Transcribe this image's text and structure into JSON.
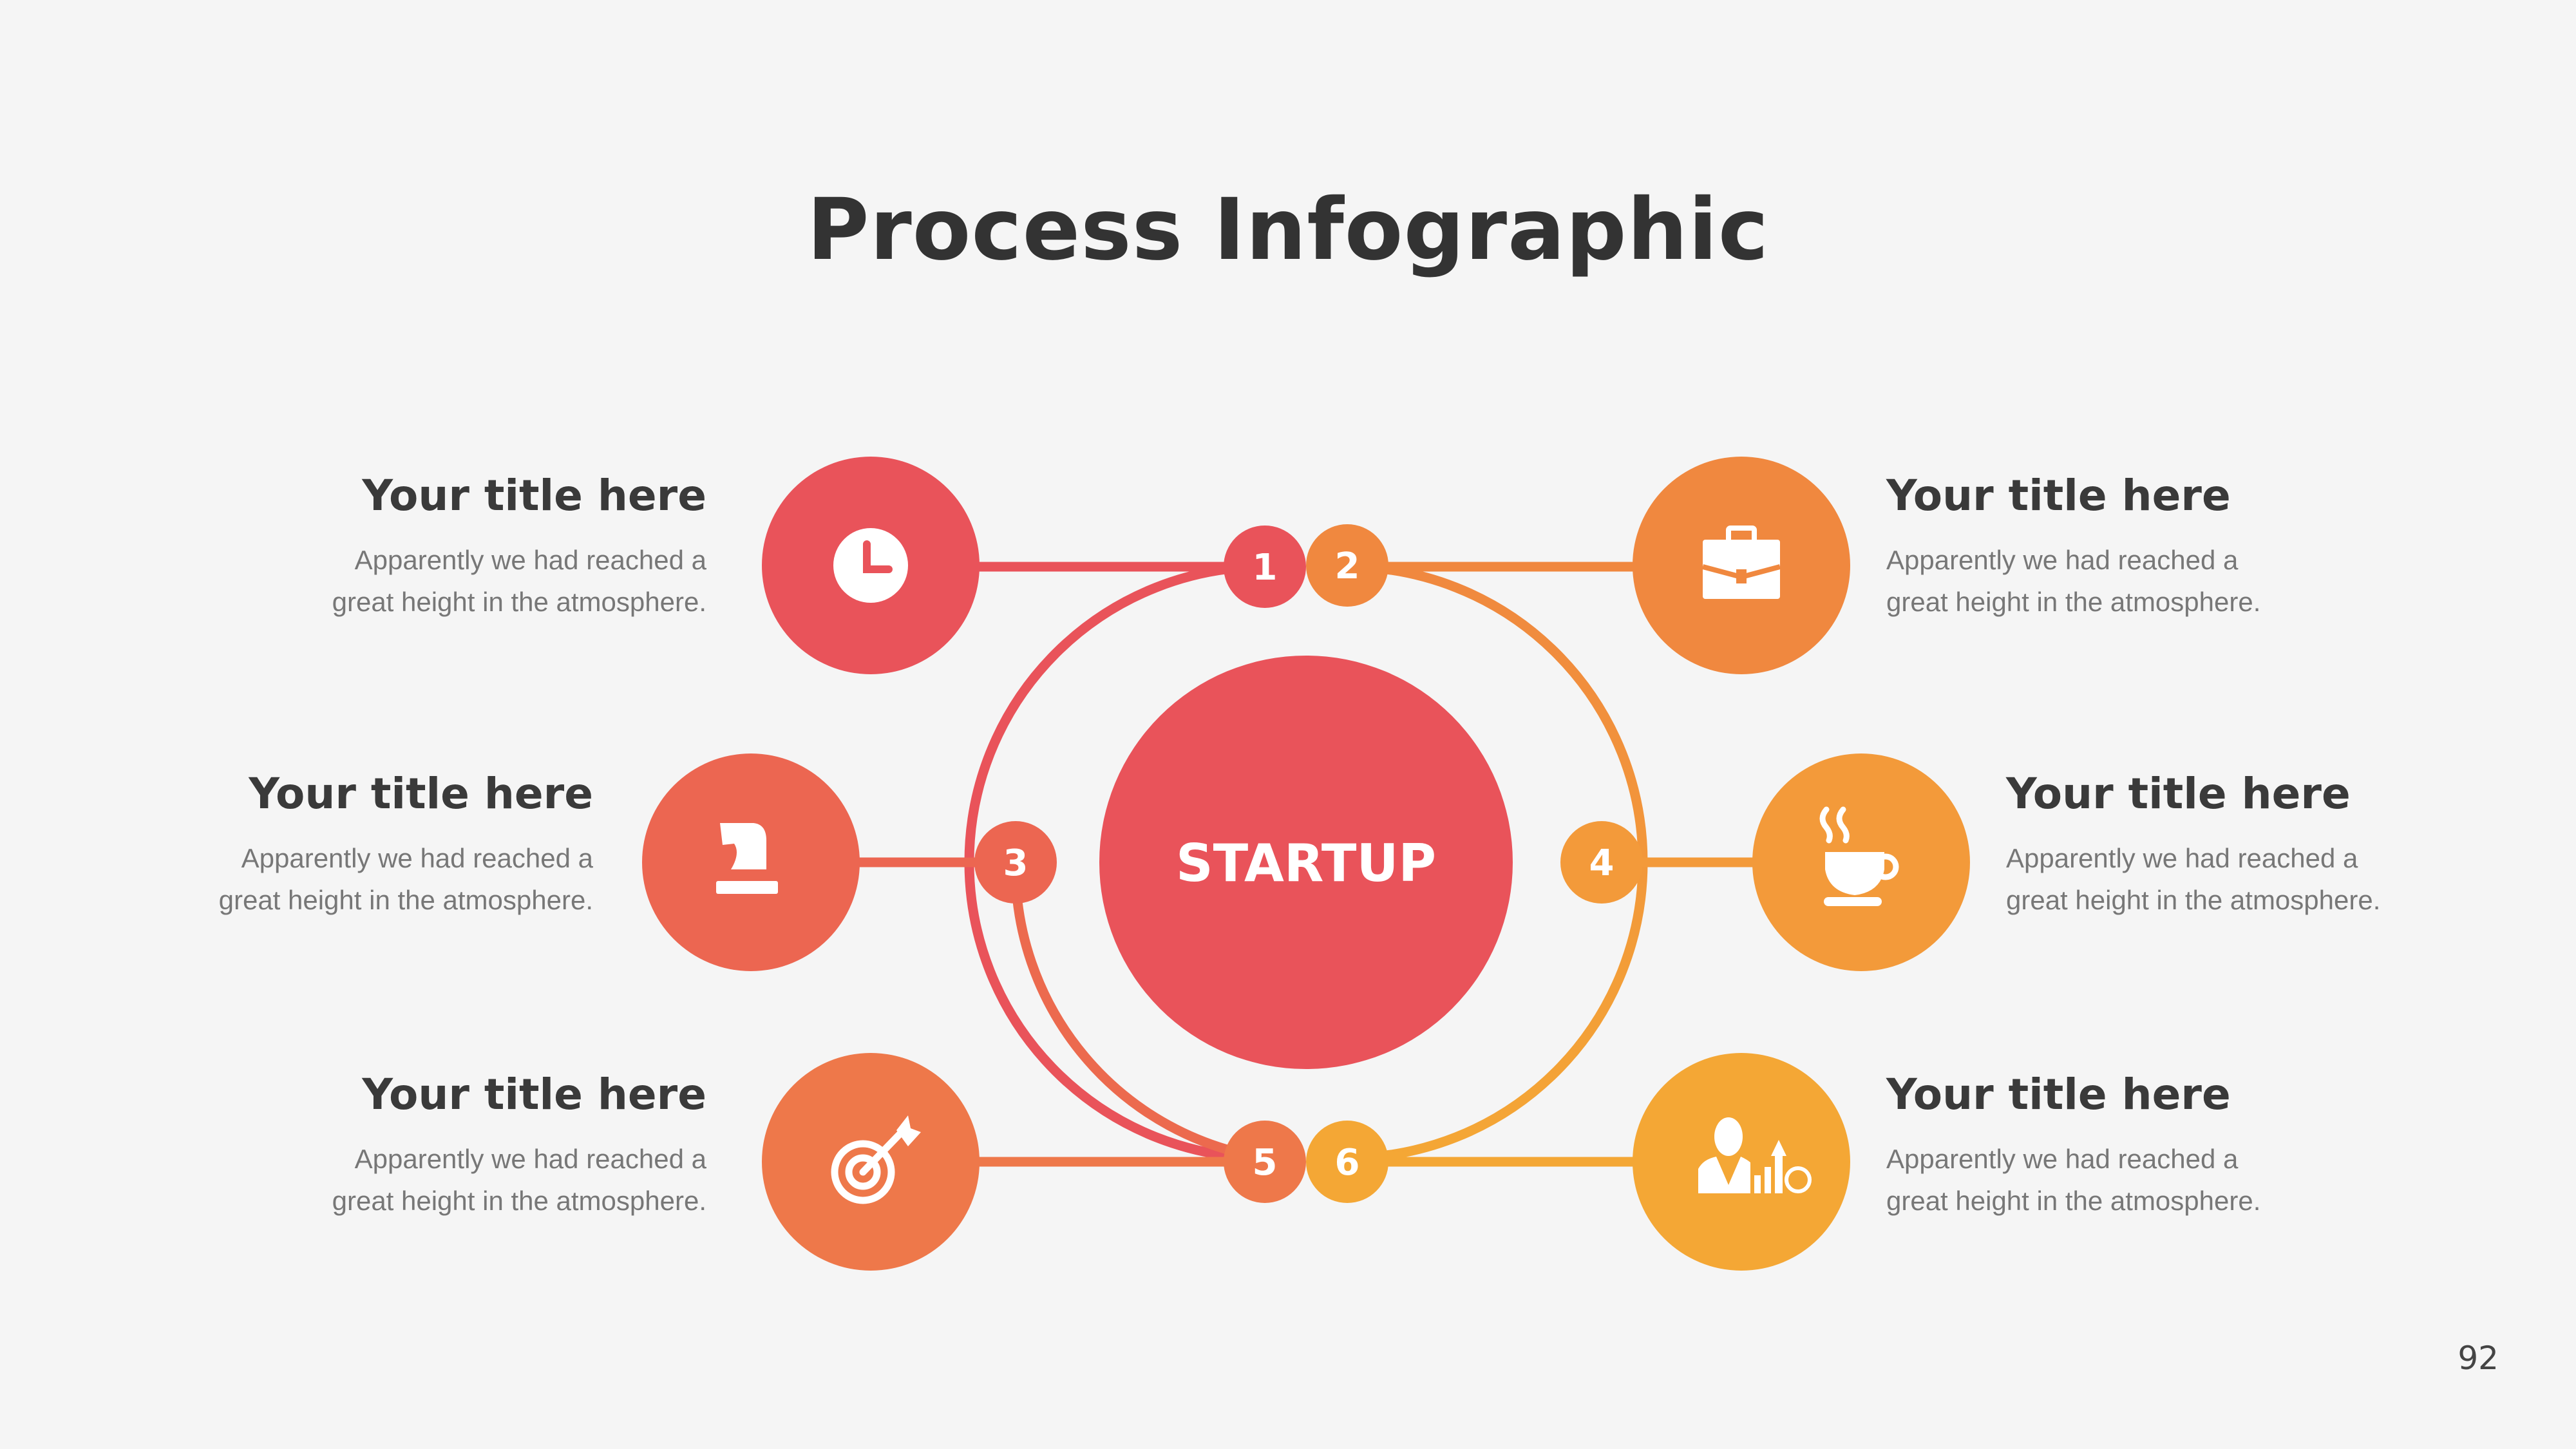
{
  "title": "Process Infographic",
  "center_label": "STARTUP",
  "page_number": "92",
  "colors": {
    "step1": "#E9535A",
    "step2": "#F0883F",
    "step3": "#EC6651",
    "step4": "#F39A3A",
    "step5": "#EE784A",
    "step6": "#F4A735",
    "center": "#E9535A",
    "background": "#F5F5F5"
  },
  "steps": [
    {
      "number": "1",
      "icon": "clock-icon",
      "title": "Your title here",
      "text_line1": "Apparently we had reached a",
      "text_line2": "great height in the atmosphere."
    },
    {
      "number": "2",
      "icon": "briefcase-icon",
      "title": "Your title here",
      "text_line1": "Apparently we had reached a",
      "text_line2": "great height in the atmosphere."
    },
    {
      "number": "3",
      "icon": "chess-knight-icon",
      "title": "Your title here",
      "text_line1": "Apparently we had reached a",
      "text_line2": "great height in the atmosphere."
    },
    {
      "number": "4",
      "icon": "coffee-cup-icon",
      "title": "Your title here",
      "text_line1": "Apparently we had reached a",
      "text_line2": "great height in the atmosphere."
    },
    {
      "number": "5",
      "icon": "target-dart-icon",
      "title": "Your title here",
      "text_line1": "Apparently we had reached a",
      "text_line2": "great height in the atmosphere."
    },
    {
      "number": "6",
      "icon": "businessman-growth-icon",
      "title": "Your title here",
      "text_line1": "Apparently we had reached a",
      "text_line2": "great height in the atmosphere."
    }
  ]
}
